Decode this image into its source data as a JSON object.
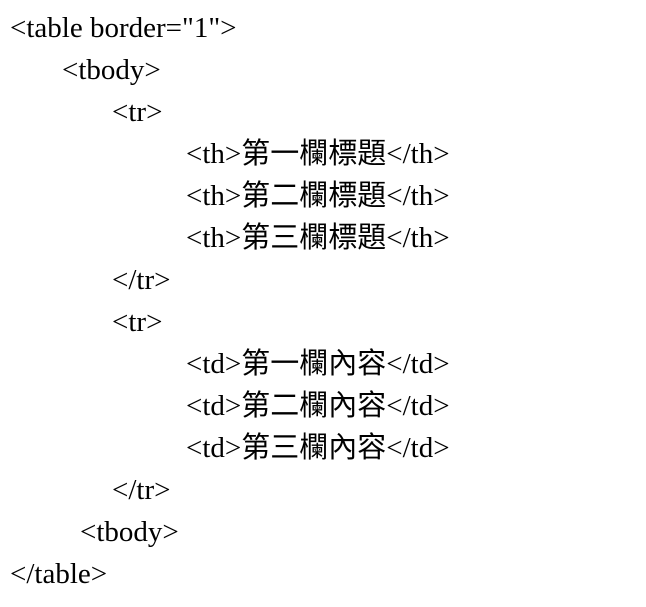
{
  "code_lines": [
    "<table border=\"1\">",
    "<tbody>",
    "<tr>",
    "<th>第一欄標題</th>",
    "<th>第二欄標題</th>",
    "<th>第三欄標題</th>",
    "</tr>",
    "<tr>",
    "<td>第一欄內容</td>",
    "<td>第二欄內容</td>",
    "<td>第三欄內容</td>",
    "</tr>",
    "<tbody>",
    "</table>"
  ]
}
